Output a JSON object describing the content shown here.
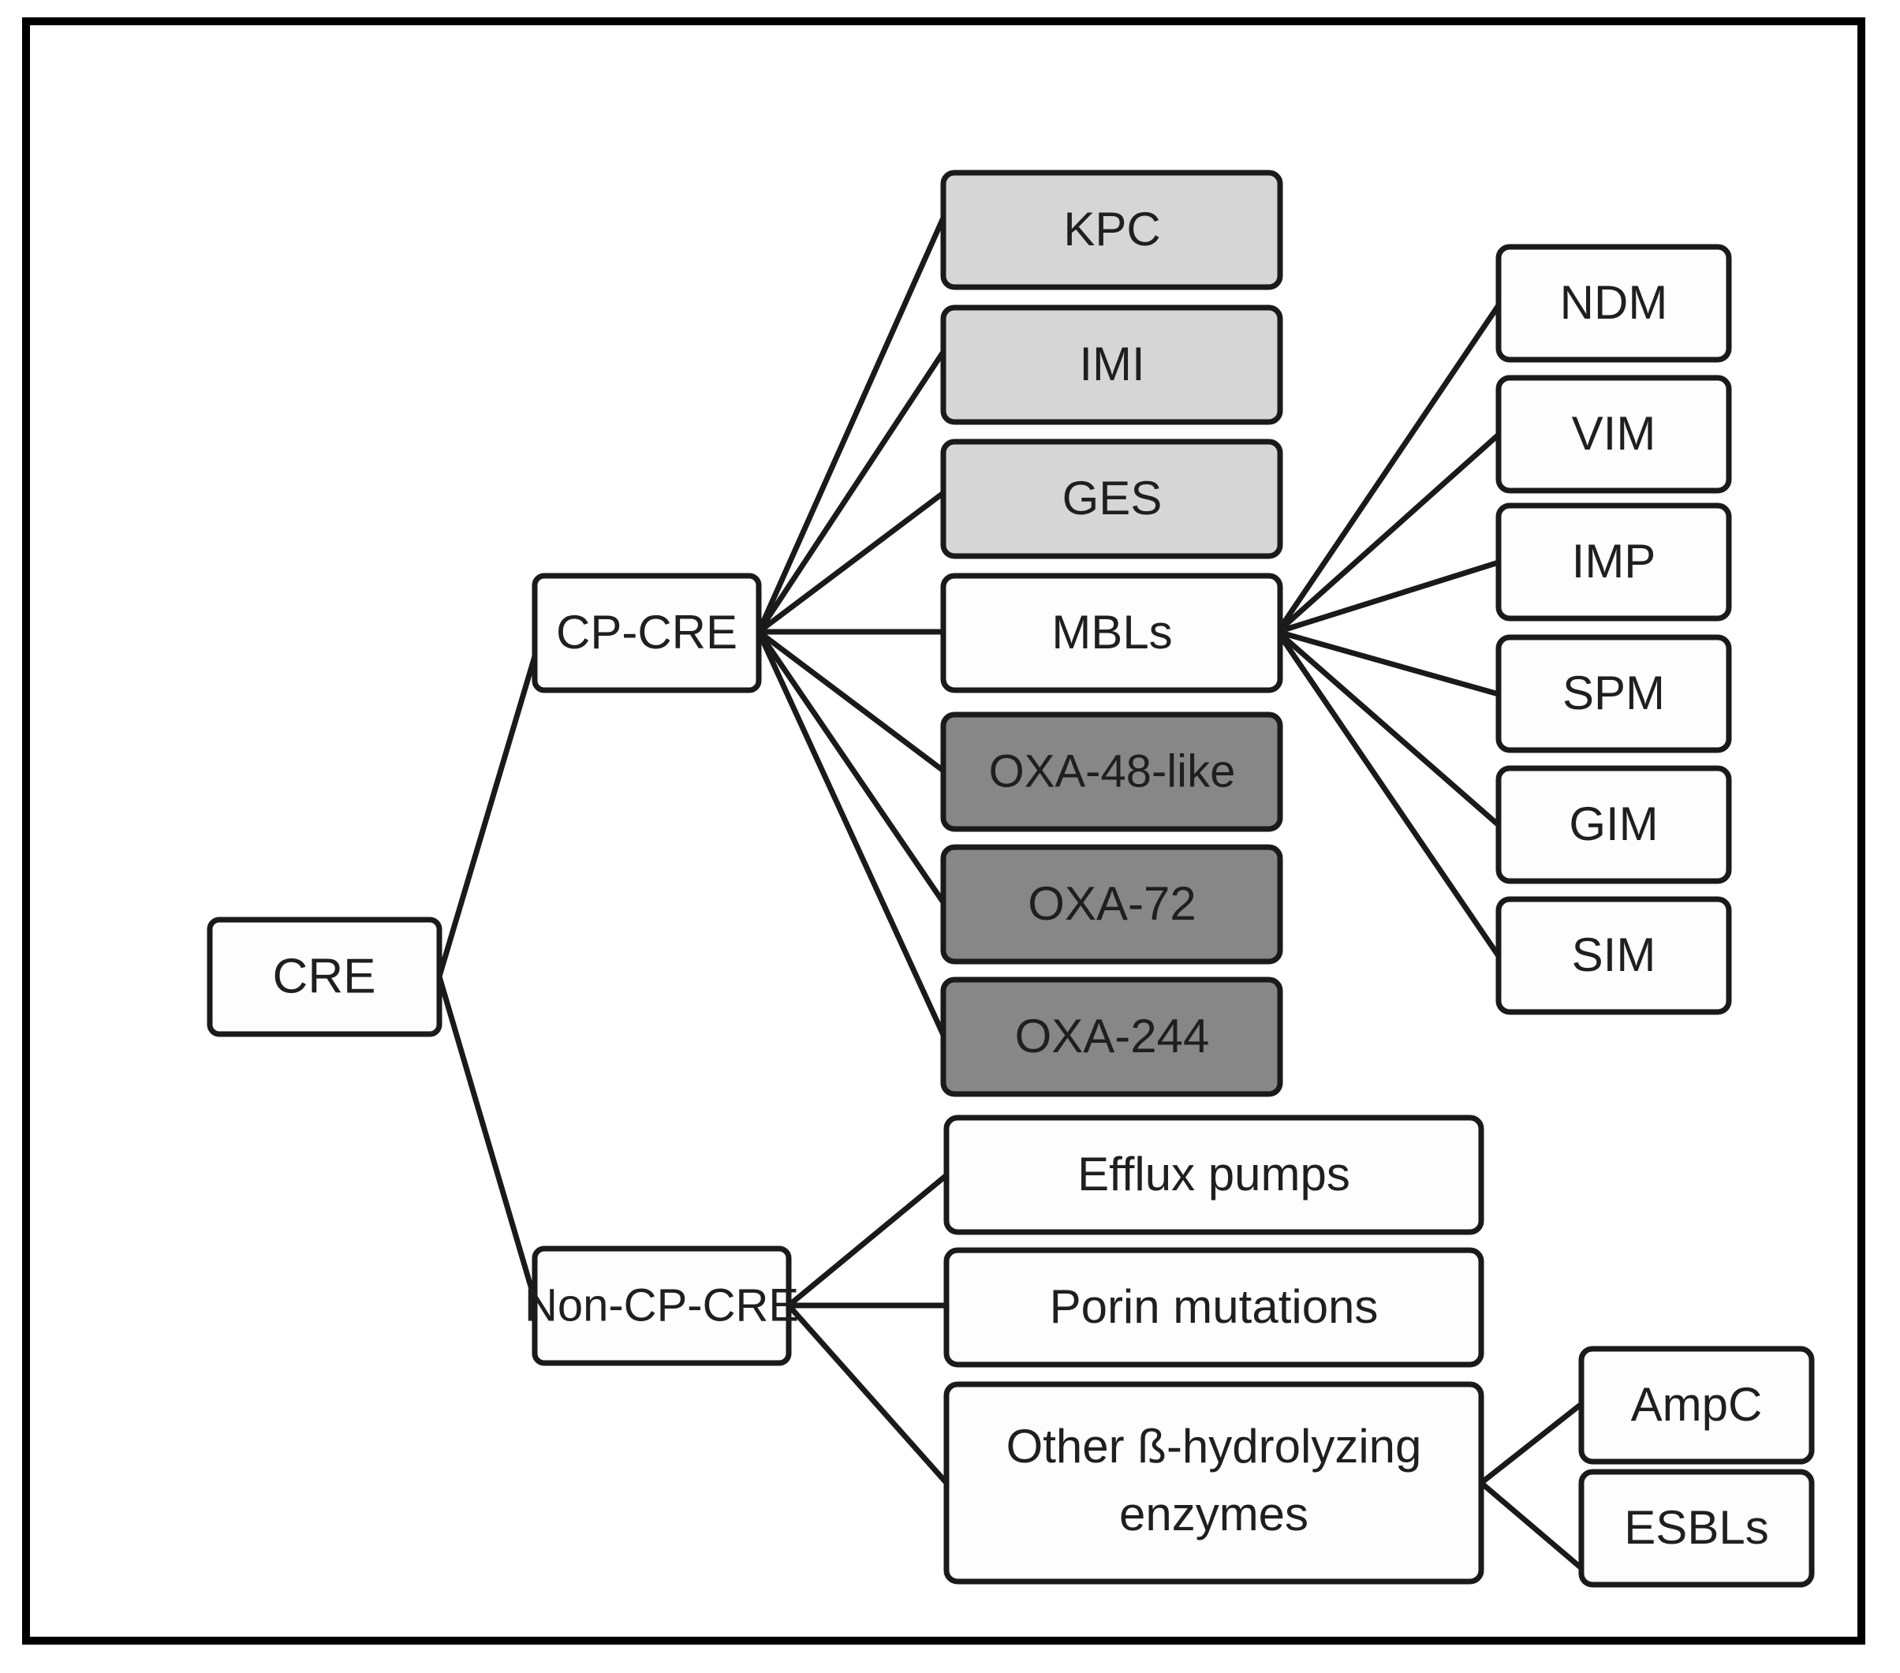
{
  "figure": {
    "title": "CRE classification flow chart",
    "border_color": "#000000",
    "background_color": "#ffffff"
  },
  "palette": {
    "white_fill": "#fdfdfd",
    "light_gray_fill": "#d6d6d6",
    "dark_gray_fill": "#878787",
    "stroke": "#1a1a1a",
    "text": "#1f1f1f"
  },
  "nodes": {
    "root": {
      "id": "cre",
      "label": "CRE",
      "fill": "white"
    },
    "branches": [
      {
        "id": "cp-cre",
        "label": "CP-CRE",
        "fill": "white"
      },
      {
        "id": "non-cp-cre",
        "label": "Non-CP-CRE",
        "fill": "white"
      }
    ],
    "cp_cre_children": [
      {
        "id": "kpc",
        "label": "KPC",
        "fill": "light"
      },
      {
        "id": "imi",
        "label": "IMI",
        "fill": "light"
      },
      {
        "id": "ges",
        "label": "GES",
        "fill": "light"
      },
      {
        "id": "mbls",
        "label": "MBLs",
        "fill": "white"
      },
      {
        "id": "oxa-48-like",
        "label": "OXA-48-like",
        "fill": "dark"
      },
      {
        "id": "oxa-72",
        "label": "OXA-72",
        "fill": "dark"
      },
      {
        "id": "oxa-244",
        "label": "OXA-244",
        "fill": "dark"
      }
    ],
    "mbls_children": [
      {
        "id": "ndm",
        "label": "NDM",
        "fill": "white"
      },
      {
        "id": "vim",
        "label": "VIM",
        "fill": "white"
      },
      {
        "id": "imp",
        "label": "IMP",
        "fill": "white"
      },
      {
        "id": "spm",
        "label": "SPM",
        "fill": "white"
      },
      {
        "id": "gim",
        "label": "GIM",
        "fill": "white"
      },
      {
        "id": "sim",
        "label": "SIM",
        "fill": "white"
      }
    ],
    "non_cp_cre_children": [
      {
        "id": "efflux-pumps",
        "label": "Efflux pumps",
        "fill": "white"
      },
      {
        "id": "porin-mutations",
        "label": "Porin mutations",
        "fill": "white"
      },
      {
        "id": "other-enzymes",
        "label": "Other ß-hydrolyzing enzymes",
        "line1": "Other ß-hydrolyzing",
        "line2": "enzymes",
        "fill": "white"
      }
    ],
    "other_enzymes_children": [
      {
        "id": "ampc",
        "label": "AmpC",
        "fill": "white"
      },
      {
        "id": "esbls",
        "label": "ESBLs",
        "fill": "white"
      }
    ]
  }
}
